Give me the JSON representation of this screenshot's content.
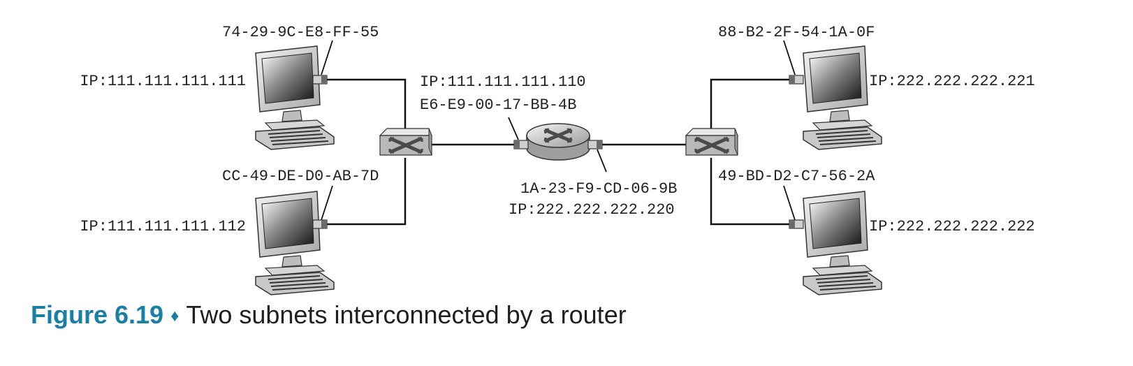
{
  "hosts": [
    {
      "id": "host-1",
      "mac": "74-29-9C-E8-FF-55",
      "ip": "IP:111.111.111.111"
    },
    {
      "id": "host-2",
      "mac": "CC-49-DE-D0-AB-7D",
      "ip": "IP:111.111.111.112"
    },
    {
      "id": "host-3",
      "mac": "88-B2-2F-54-1A-0F",
      "ip": "IP:222.222.222.221"
    },
    {
      "id": "host-4",
      "mac": "49-BD-D2-C7-56-2A",
      "ip": "IP:222.222.222.222"
    }
  ],
  "router": {
    "left_interface": {
      "ip": "IP:111.111.111.110",
      "mac": "E6-E9-00-17-BB-4B"
    },
    "right_interface": {
      "mac": "1A-23-F9-CD-06-9B",
      "ip": "IP:222.222.222.220"
    }
  },
  "caption": {
    "figure_number": "Figure 6.19",
    "separator": "♦",
    "text": "Two subnets interconnected by a router"
  },
  "colors": {
    "caption_accent": "#1b7fa3",
    "device_gray": "#c9c9c9",
    "line": "#111111"
  }
}
